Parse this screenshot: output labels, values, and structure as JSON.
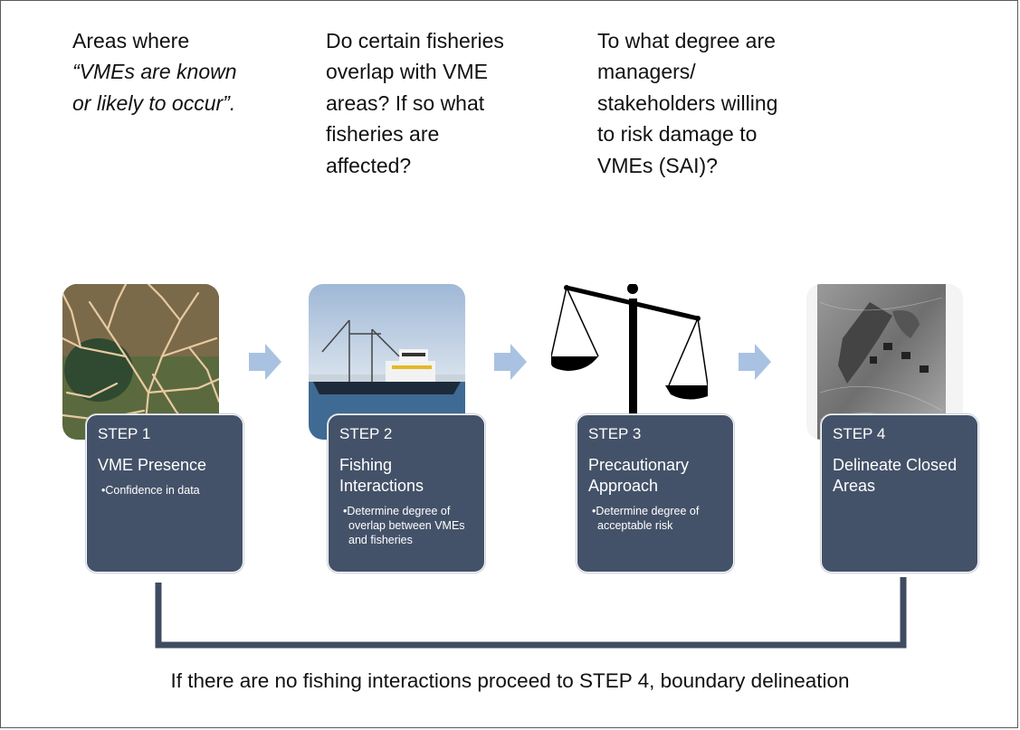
{
  "questions": {
    "q1_prefix": "Areas where",
    "q1_italic": "“VMEs are known or likely to occur”.",
    "q2": "Do certain fisheries overlap with VME areas? If so what fisheries are affected?",
    "q3": "To what degree are managers/ stakeholders willing to risk damage to VMEs (SAI)?"
  },
  "steps": [
    {
      "step": "STEP 1",
      "title": "VME Presence",
      "bullet": "•Confidence in data"
    },
    {
      "step": "STEP 2",
      "title": "Fishing Interactions",
      "bullet": "•Determine degree of overlap between VMEs and fisheries"
    },
    {
      "step": "STEP 3",
      "title": "Precautionary Approach",
      "bullet": "•Determine degree of acceptable risk"
    },
    {
      "step": "STEP 4",
      "title": "Delineate Closed Areas",
      "bullet": ""
    }
  ],
  "footer": "If there are no fishing interactions proceed to STEP 4, boundary delineation",
  "colors": {
    "card": "#445269",
    "arrow": "#a9c2e2",
    "bracket": "#3f4b60"
  }
}
